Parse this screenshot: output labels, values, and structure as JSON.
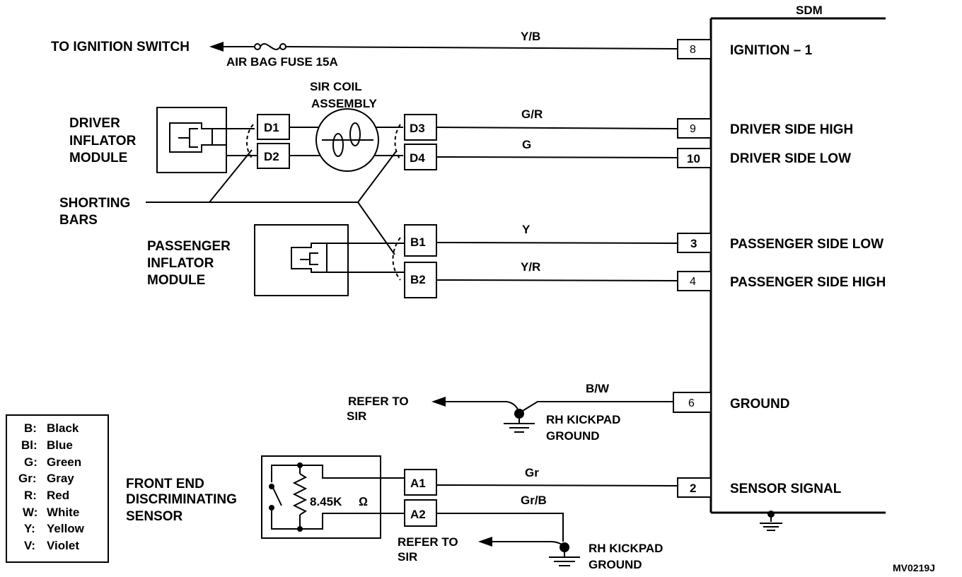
{
  "sdm": {
    "title": "SDM",
    "pins": [
      {
        "pin": "8",
        "label": "IGNITION – 1"
      },
      {
        "pin": "9",
        "label": "DRIVER SIDE HIGH"
      },
      {
        "pin": "10",
        "label": "DRIVER SIDE LOW"
      },
      {
        "pin": "3",
        "label": "PASSENGER SIDE LOW"
      },
      {
        "pin": "4",
        "label": "PASSENGER SIDE HIGH"
      },
      {
        "pin": "6",
        "label": "GROUND"
      },
      {
        "pin": "2",
        "label": "SENSOR SIGNAL"
      }
    ]
  },
  "wires": {
    "ignition": "Y/B",
    "driver_high": "G/R",
    "driver_low": "G",
    "passenger_low": "Y",
    "passenger_high": "Y/R",
    "ground": "B/W",
    "sensor_signal": "Gr",
    "sensor_ground": "Gr/B"
  },
  "ignition": {
    "to_label": "TO IGNITION SWITCH",
    "fuse_label": "AIR BAG FUSE 15A"
  },
  "sir_coil": {
    "line1": "SIR COIL",
    "line2": "ASSEMBLY",
    "left_pins": [
      "D1",
      "D2"
    ],
    "right_pins": [
      "D3",
      "D4"
    ]
  },
  "driver_module": {
    "line1": "DRIVER",
    "line2": "INFLATOR",
    "line3": "MODULE"
  },
  "shorting_bars": {
    "line1": "SHORTING",
    "line2": "BARS"
  },
  "passenger_module": {
    "line1": "PASSENGER",
    "line2": "INFLATOR",
    "line3": "MODULE",
    "pins": [
      "B1",
      "B2"
    ]
  },
  "ground_refs": {
    "refer_line1": "REFER TO",
    "refer_line2": "SIR",
    "kickpad_line1": "RH KICKPAD",
    "kickpad_line2": "GROUND"
  },
  "sensor": {
    "line1": "FRONT END",
    "line2": "DISCRIMINATING",
    "line3": "SENSOR",
    "resistance": "8.45K",
    "unit_symbol": "Ω",
    "pins": [
      "A1",
      "A2"
    ]
  },
  "legend": [
    {
      "code": "B:",
      "color": "Black"
    },
    {
      "code": "Bl:",
      "color": "Blue"
    },
    {
      "code": "G:",
      "color": "Green"
    },
    {
      "code": "Gr:",
      "color": "Gray"
    },
    {
      "code": "R:",
      "color": "Red"
    },
    {
      "code": "W:",
      "color": "White"
    },
    {
      "code": "Y:",
      "color": "Yellow"
    },
    {
      "code": "V:",
      "color": "Violet"
    }
  ],
  "figure_id": "MV0219J"
}
